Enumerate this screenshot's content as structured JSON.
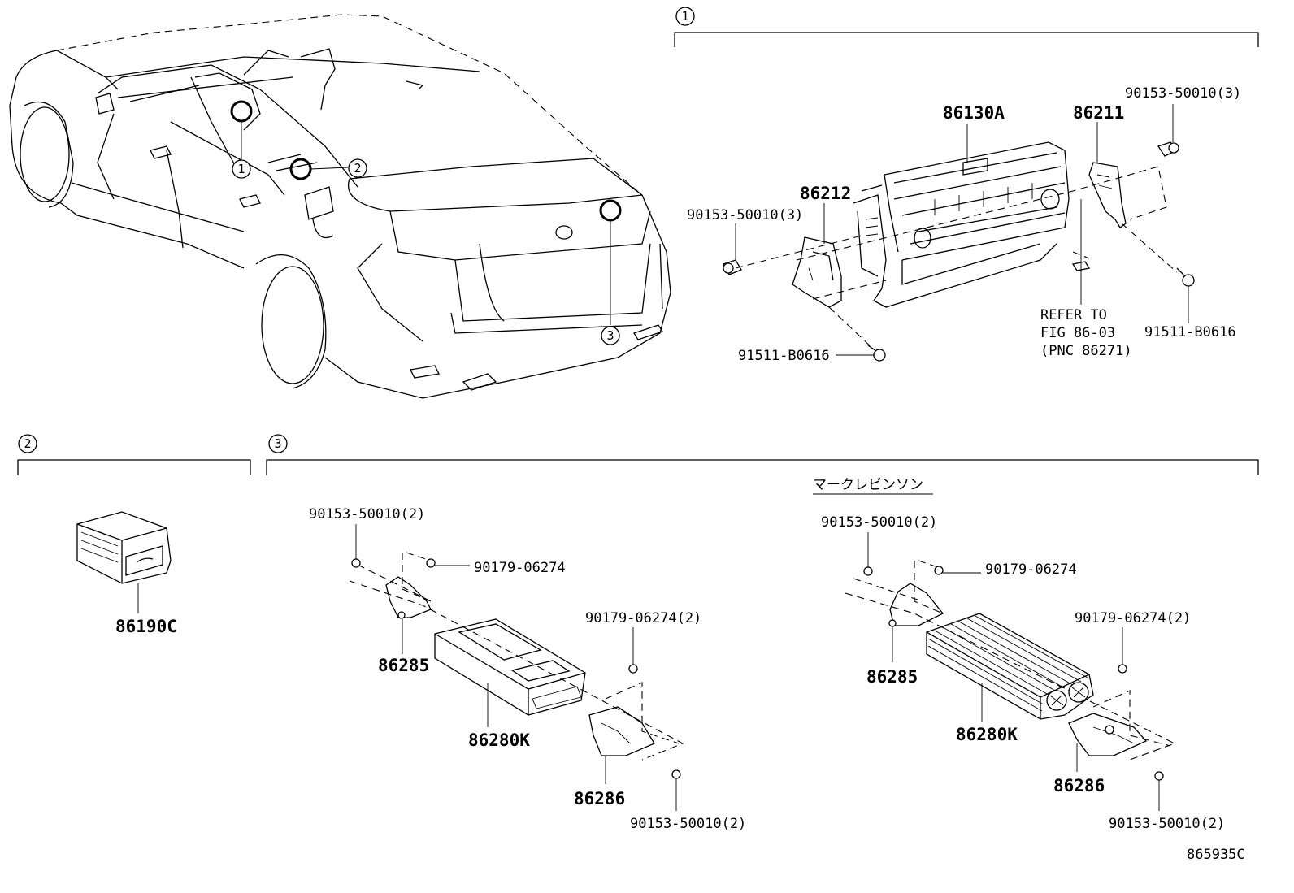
{
  "callouts": {
    "c1": "1",
    "c2": "2",
    "c3": "3"
  },
  "section1": {
    "part_86130A": "86130A",
    "part_86211": "86211",
    "part_86212": "86212",
    "bolt_top_right": "90153-50010(3)",
    "bolt_left": "90153-50010(3)",
    "screw_right": "91511-B0616",
    "screw_bottom": "91511-B0616",
    "refer_line1": "REFER TO",
    "refer_line2": "FIG 86-03",
    "refer_line3": "(PNC 86271)"
  },
  "section2": {
    "part_86190C": "86190C"
  },
  "section3_left": {
    "bolt_top": "90153-50010(2)",
    "nut_top": "90179-06274",
    "nut_right": "90179-06274(2)",
    "bracket_front": "86285",
    "amplifier": "86280K",
    "bracket_rear": "86286",
    "bolt_bottom": "90153-50010(2)"
  },
  "section3_right": {
    "variant_label": "マークレビンソン",
    "bolt_top": "90153-50010(2)",
    "nut_top": "90179-06274",
    "nut_right": "90179-06274(2)",
    "bracket_front": "86285",
    "amplifier": "86280K",
    "bracket_rear": "86286",
    "bolt_bottom": "90153-50010(2)"
  },
  "figure_id": "865935C"
}
